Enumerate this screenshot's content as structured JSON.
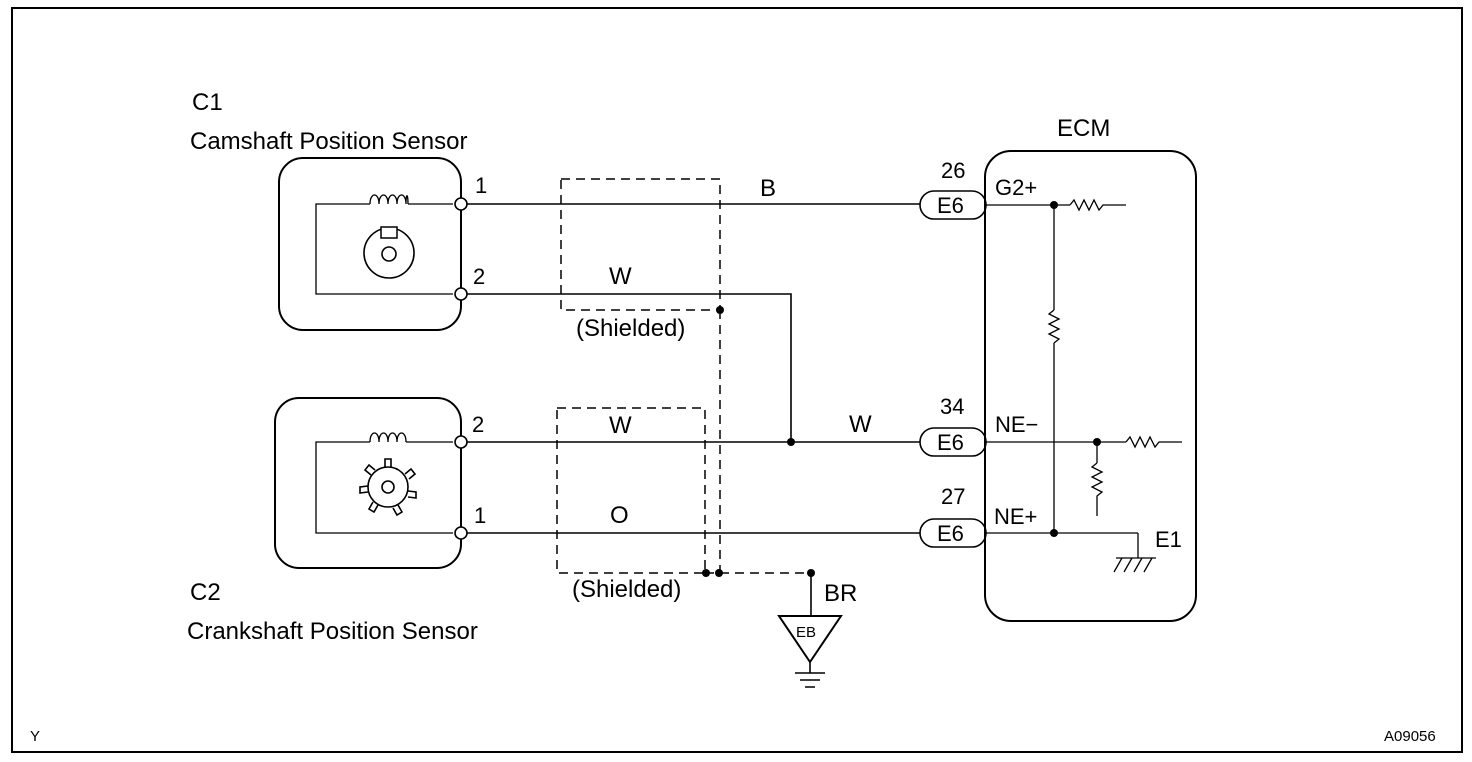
{
  "sensors": {
    "cam": {
      "code": "C1",
      "name": "Camshaft Position Sensor",
      "pin_1": "1",
      "pin_2": "2"
    },
    "crank": {
      "code": "C2",
      "name": "Crankshaft Position Sensor",
      "pin_1": "1",
      "pin_2": "2"
    }
  },
  "wires": {
    "cam_signal_color": "B",
    "cam_return_color": "W",
    "crank_w_color_left": "W",
    "crank_w_color_right": "W",
    "crank_o_color": "O",
    "ground_color": "BR"
  },
  "shield": {
    "upper_label": "(Shielded)",
    "lower_label": "(Shielded)"
  },
  "ecm": {
    "title": "ECM",
    "terminals": [
      {
        "pin": "26",
        "connector": "E6",
        "name": "G2+"
      },
      {
        "pin": "34",
        "connector": "E6",
        "name": "NE−"
      },
      {
        "pin": "27",
        "connector": "E6",
        "name": "NE+"
      }
    ],
    "ground_name": "E1"
  },
  "ground_point": {
    "label": "EB"
  },
  "footer": {
    "left": "Y",
    "right": "A09056"
  }
}
